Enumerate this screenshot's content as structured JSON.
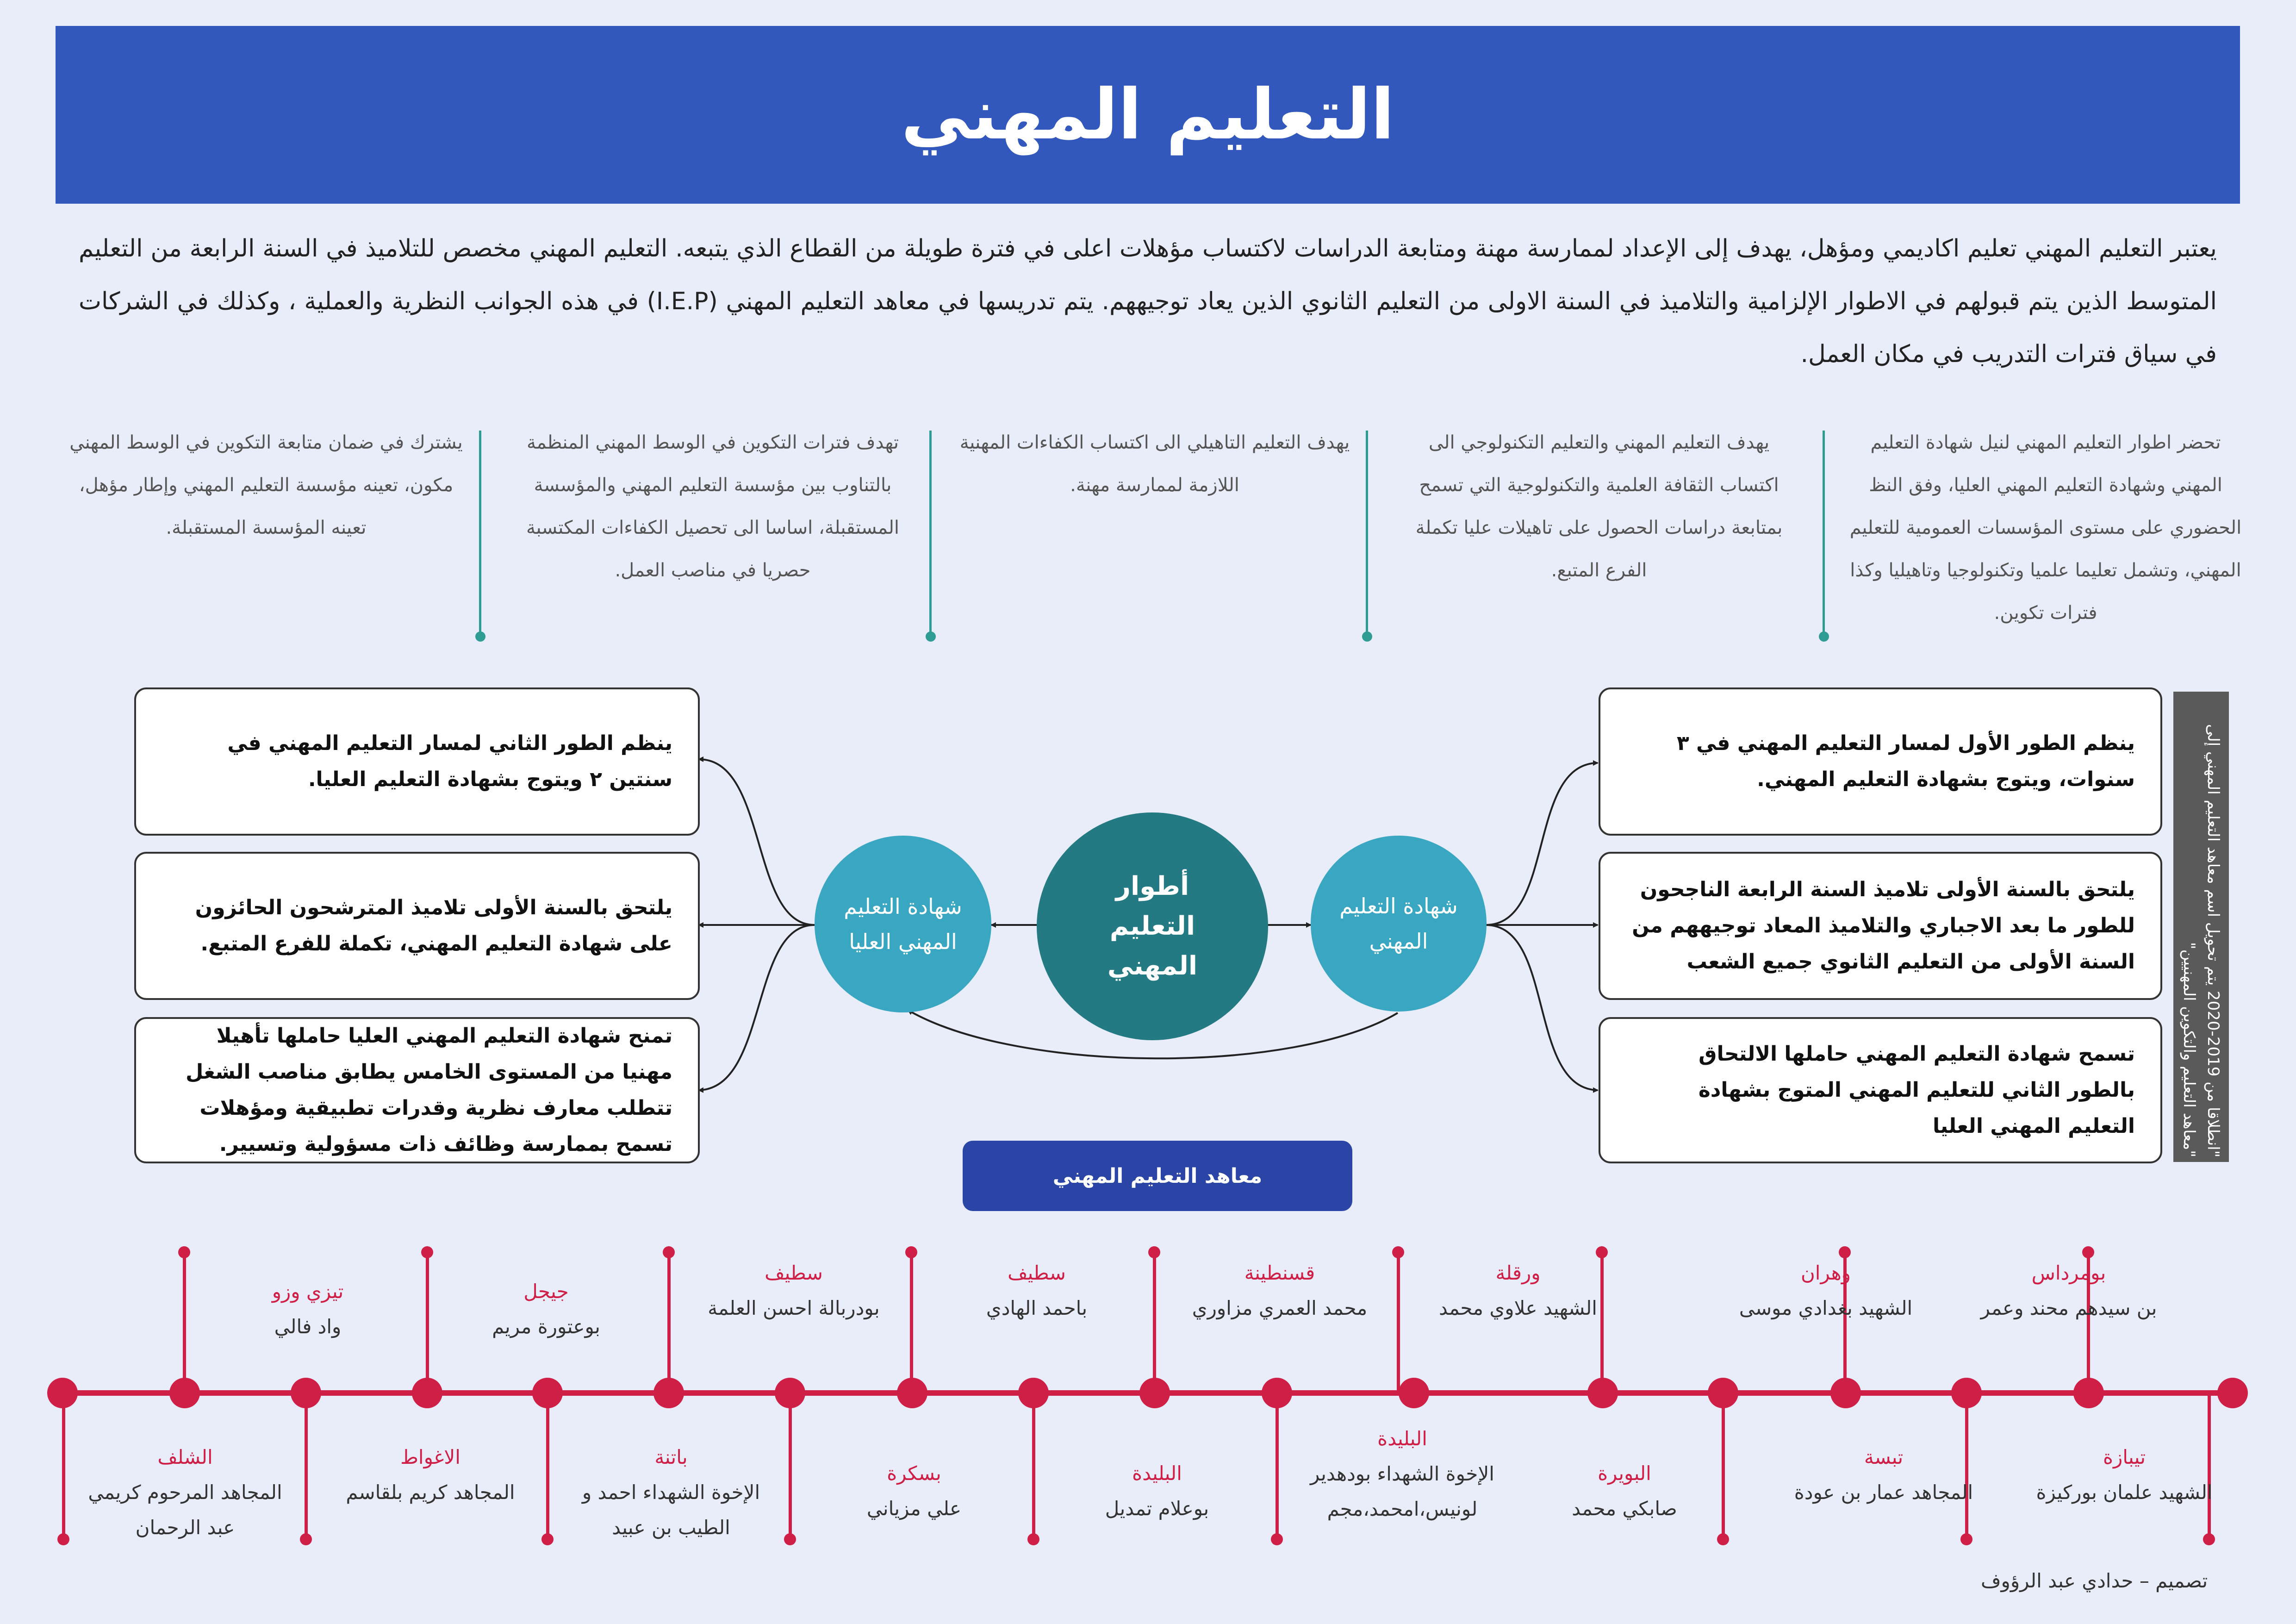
{
  "title": "التعليم المهني",
  "intro": "يعتبر التعليم المهني تعليم اكاديمي ومؤهل، يهدف إلى الإعداد لممارسة مهنة ومتابعة الدراسات لاكتساب مؤهلات اعلى في فترة طويلة من القطاع الذي يتبعه. التعليم المهني مخصص للتلاميذ في السنة الرابعة من التعليم المتوسط الذين يتم قبولهم في الاطوار الإلزامية والتلاميذ في السنة الاولى من التعليم الثانوي الذين يعاد توجيههم. يتم تدريسها في معاهد التعليم المهني (I.E.P) في هذه الجوانب النظرية والعملية ، وكذلك في الشركات في سياق فترات التدريب في مكان العمل.",
  "columns": [
    {
      "text": "تحضر اطوار التعليم المهني لنيل شهادة التعليم المهني وشهادة التعليم المهني العليا، وفق النظ الحضوري على مستوى المؤسسات العمومية للتعليم المهني، وتشمل تعليما علميا وتكنولوجيا وتاهيليا وكذا فترات تكوين."
    },
    {
      "text": "يهدف التعليم المهني والتعليم التكنولوجي الى اكتساب الثقافة العلمية والتكنولوجية التي تسمح بمتابعة دراسات الحصول على تاهيلات عليا تكملة الفرع المتبع."
    },
    {
      "text": "يهدف التعليم التاهيلي الى اكتساب الكفاءات المهنية اللازمة لممارسة مهنة."
    },
    {
      "text": "تهدف فترات التكوين في الوسط المهني المنظمة بالتناوب بين مؤسسة التعليم المهني والمؤسسة المستقبلة، اساسا الى تحصيل الكفاءات المكتسبة حصريا في مناصب العمل."
    },
    {
      "text": "يشترك في ضمان متابعة التكوين في الوسط المهني مكون، تعينه مؤسسة التعليم المهني وإطار مؤهل، تعينه المؤسسة المستقبلة."
    }
  ],
  "diagram": {
    "center": "أطوار التعليم المهني",
    "right_circle": "شهادة التعليم المهني",
    "left_circle": "شهادة التعليم المهني العليا",
    "right_boxes": [
      "ينظم الطور الأول لمسار التعليم المهني في ٣ سنوات، ويتوج بشهادة التعليم المهني.",
      "يلتحق بالسنة الأولى تلاميذ السنة الرابعة الناجحون للطور ما بعد الاجباري والتلاميذ المعاد توجيههم من السنة الأولى من التعليم الثانوي جميع الشعب",
      "تسمح شهادة التعليم المهني حاملها الالتحاق بالطور الثاني للتعليم المهني المتوج بشهادة التعليم المهني العليا"
    ],
    "left_boxes": [
      "ينظم الطور الثاني لمسار التعليم المهني في سنتين ٢ ويتوج بشهادة التعليم العليا.",
      "يلتحق بالسنة الأولى تلاميذ المترشحون الحائزون على شهادة التعليم المهني، تكملة للفرع المتبع.",
      "تمنح شهادة التعليم المهني العليا حاملها تأهيلا مهنيا من المستوى الخامس يطابق مناصب الشغل تتطلب معارف نظرية وقدرات تطبيقية ومؤهلات تسمح بممارسة وظائف ذات مسؤولية وتسيير."
    ]
  },
  "side_note": "\"انطلاقا من 2019-2020 يتم تحويل اسم معاهد التعليم المهني إلى \"معاهد التعليم والتكوين المهنيين\"",
  "institutes_button": "معاهد التعليم المهني",
  "institutes_top": [
    {
      "city": "بومرداس",
      "name": "بن سيدهم محند وعمر"
    },
    {
      "city": "وهران",
      "name": "الشهيد بغدادي موسى"
    },
    {
      "city": "ورقلة",
      "name": "الشهيد علاوي محمد"
    },
    {
      "city": "قسنطينة",
      "name": "محمد العمري مزاوري"
    },
    {
      "city": "سطيف",
      "name": "باحمد الهادي"
    },
    {
      "city": "سطيف",
      "name": "بودربالة احسن العلمة"
    },
    {
      "city": "جيجل",
      "name": "بوعتورة مريم"
    },
    {
      "city": "تيزي وزو",
      "name": "واد فالي"
    }
  ],
  "institutes_bottom": [
    {
      "city": "تيبازة",
      "name": "الشهيد علمان بوركيزة"
    },
    {
      "city": "تبسة",
      "name": "المجاهد عمار بن عودة"
    },
    {
      "city": "البويرة",
      "name": "صابكي محمد"
    },
    {
      "city": "البليدة",
      "name": "الإخوة الشهداء بودهدير لونيس،امحمد،مجم"
    },
    {
      "city": "البليدة",
      "name": "بوعلام تمديل"
    },
    {
      "city": "بسكرة",
      "name": "علي مزياني"
    },
    {
      "city": "باتنة",
      "name": "الإخوة الشهداء احمد و الطيب بن عبيد"
    },
    {
      "city": "الاغواط",
      "name": "المجاهد كريم بلقاسم"
    },
    {
      "city": "الشلف",
      "name": "المجاهد المرحوم كريمي عبد الرحمان"
    }
  ],
  "credit": "تصميم – حدادي عبد الرؤوف",
  "colors": {
    "banner": "#3358bd",
    "teal": "#2f9c93",
    "circle_center": "#237a82",
    "circle_side": "#3aa7c2",
    "timeline": "#cf1f46",
    "button": "#2a45a6"
  }
}
